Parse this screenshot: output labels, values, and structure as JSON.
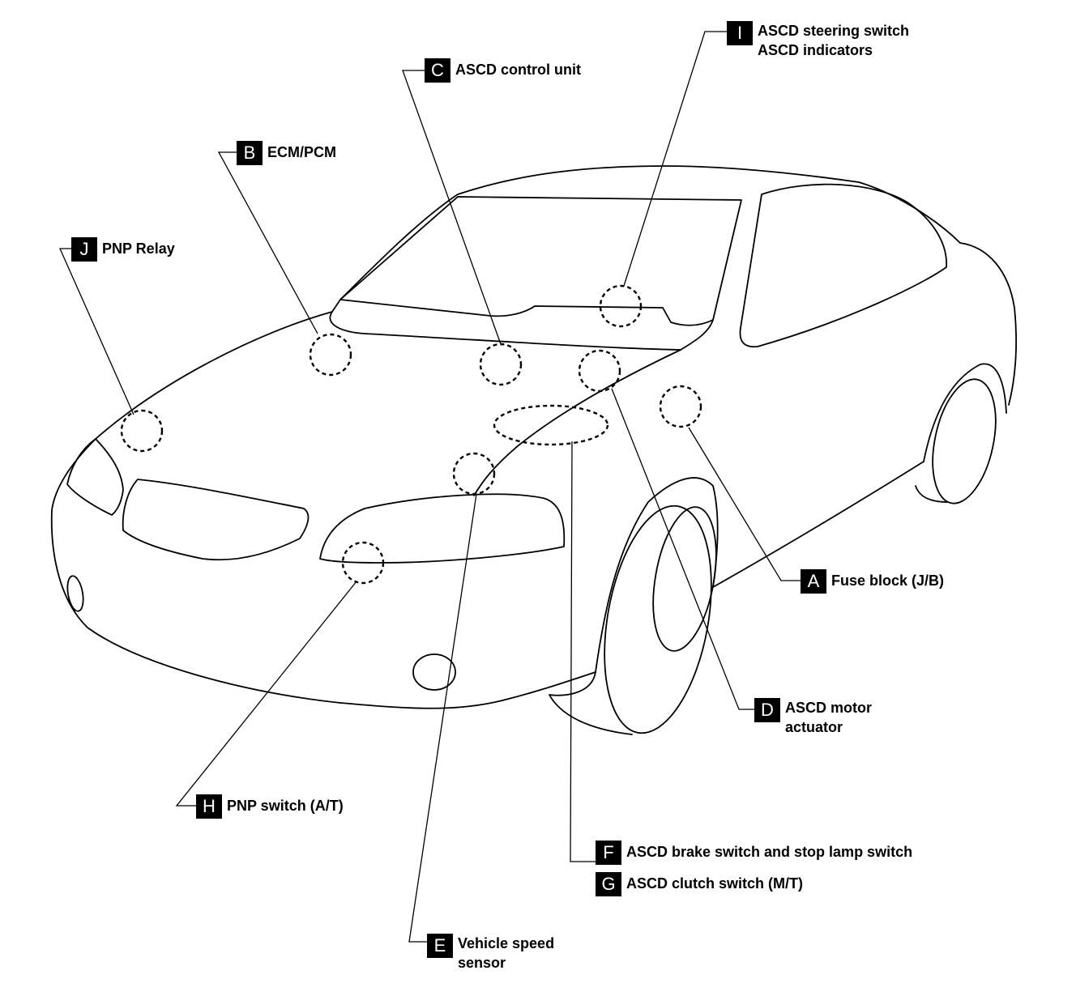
{
  "callouts": {
    "A": {
      "letter": "A",
      "text": "Fuse block (J/B)"
    },
    "B": {
      "letter": "B",
      "text": "ECM/PCM"
    },
    "C": {
      "letter": "C",
      "text": "ASCD control unit"
    },
    "D": {
      "letter": "D",
      "line1": "ASCD motor",
      "line2": "actuator"
    },
    "E": {
      "letter": "E",
      "line1": "Vehicle speed",
      "line2": "sensor"
    },
    "F": {
      "letter": "F",
      "text": "ASCD brake switch and stop lamp switch"
    },
    "G": {
      "letter": "G",
      "text": "ASCD clutch switch (M/T)"
    },
    "H": {
      "letter": "H",
      "text": "PNP switch (A/T)"
    },
    "I": {
      "letter": "I",
      "line1": "ASCD steering switch",
      "line2": "ASCD indicators"
    },
    "J": {
      "letter": "J",
      "text": "PNP Relay"
    }
  }
}
